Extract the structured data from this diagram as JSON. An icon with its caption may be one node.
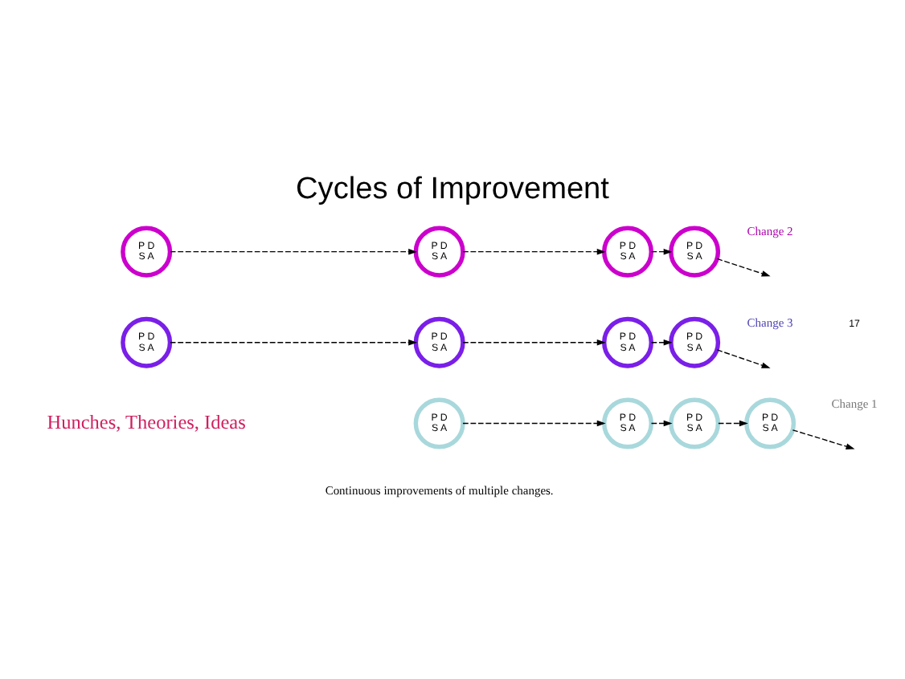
{
  "diagram": {
    "title": "Cycles of Improvement",
    "nodes": [
      {
        "text": [
          "P D",
          "S A"
        ]
      },
      {
        "text": [
          "P D",
          "S A"
        ]
      },
      {
        "text": [
          "P D",
          "S A"
        ]
      },
      {
        "text": [
          "P D",
          "S A"
        ],
        "beside": [
          "Change 1"
        ]
      },
      {
        "text": [
          "P D",
          "S A"
        ]
      },
      {
        "text": [
          "P D",
          "S A"
        ]
      },
      {
        "text": [
          "P D",
          "S A"
        ]
      },
      {
        "text": [
          "P D",
          "S A"
        ],
        "beside": [
          "Change 2"
        ]
      },
      {
        "text": [
          "P D",
          "S A"
        ]
      },
      {
        "text": [
          "P D",
          "S A"
        ]
      },
      {
        "text": [
          "P D",
          "S A"
        ]
      },
      {
        "text": [
          "P D",
          "S A"
        ],
        "beside": [
          "Change 3"
        ]
      }
    ],
    "edges": [
      {
        "from": 0,
        "to": 1,
        "arrow": "to",
        "style": "dashed"
      },
      {
        "from": 1,
        "to": 2,
        "arrow": "to",
        "style": "dashed"
      },
      {
        "from": 2,
        "to": 3,
        "arrow": "to",
        "style": "dashed"
      },
      {
        "from": 3,
        "to": null,
        "arrow": "to",
        "style": "dashed"
      },
      {
        "from": 4,
        "to": 5,
        "arrow": "to",
        "style": "dashed"
      },
      {
        "from": 5,
        "to": 6,
        "arrow": "to",
        "style": "dashed"
      },
      {
        "from": 6,
        "to": 7,
        "arrow": "to",
        "style": "dashed"
      },
      {
        "from": 7,
        "to": null,
        "arrow": "to",
        "style": "dashed"
      },
      {
        "from": 8,
        "to": 9,
        "arrow": "to",
        "style": "dashed"
      },
      {
        "from": 9,
        "to": 10,
        "arrow": "to",
        "style": "dashed"
      },
      {
        "from": 10,
        "to": 11,
        "arrow": "to",
        "style": "dashed"
      },
      {
        "from": 11,
        "to": null,
        "arrow": "to",
        "style": "dashed"
      }
    ],
    "labels": [
      "Continuous improvements of multiple changes.",
      "Hunches, Theories, Ideas",
      "17"
    ]
  }
}
